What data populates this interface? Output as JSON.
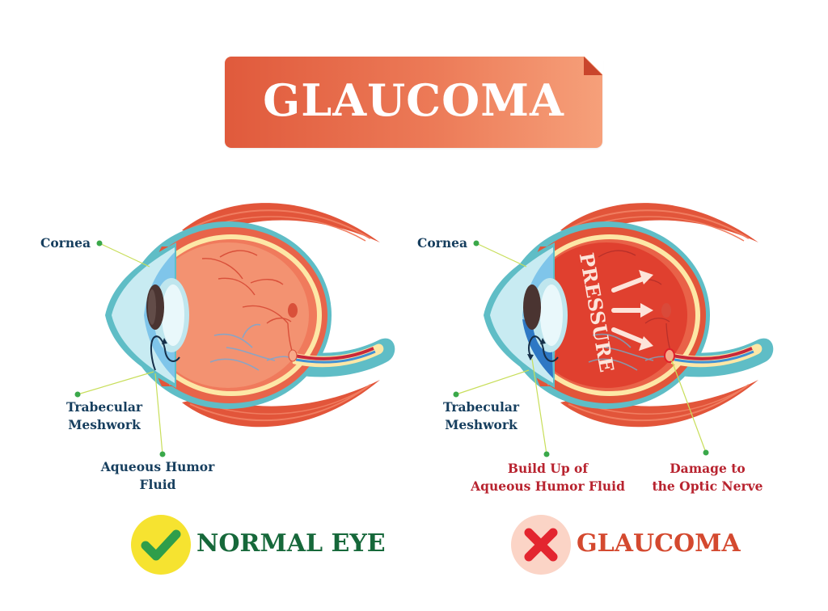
{
  "title": "GLAUCOMA",
  "colors": {
    "banner_start": "#e05a3c",
    "banner_end": "#f6a07a",
    "label_dark": "#163e5e",
    "label_red": "#b8232f",
    "normal_green": "#16683a",
    "glaucoma_red": "#d4492f",
    "leader_line": "#c8de5a",
    "leader_dot": "#3aa84a"
  },
  "normal_eye": {
    "labels": {
      "cornea": "Cornea",
      "trabecular_line1": "Trabecular",
      "trabecular_line2": "Meshwork",
      "aqueous_line1": "Aqueous Humor",
      "aqueous_line2": "Fluid"
    },
    "status": {
      "icon": "check-icon",
      "text": "NORMAL EYE"
    }
  },
  "glaucoma_eye": {
    "pressure_text": "PRESSURE",
    "labels": {
      "cornea": "Cornea",
      "trabecular_line1": "Trabecular",
      "trabecular_line2": "Meshwork",
      "buildup_line1": "Build Up of",
      "buildup_line2": "Aqueous Humor Fluid",
      "damage_line1": "Damage to",
      "damage_line2": "the Optic Nerve"
    },
    "status": {
      "icon": "x-icon",
      "text": "GLAUCOMA"
    }
  }
}
